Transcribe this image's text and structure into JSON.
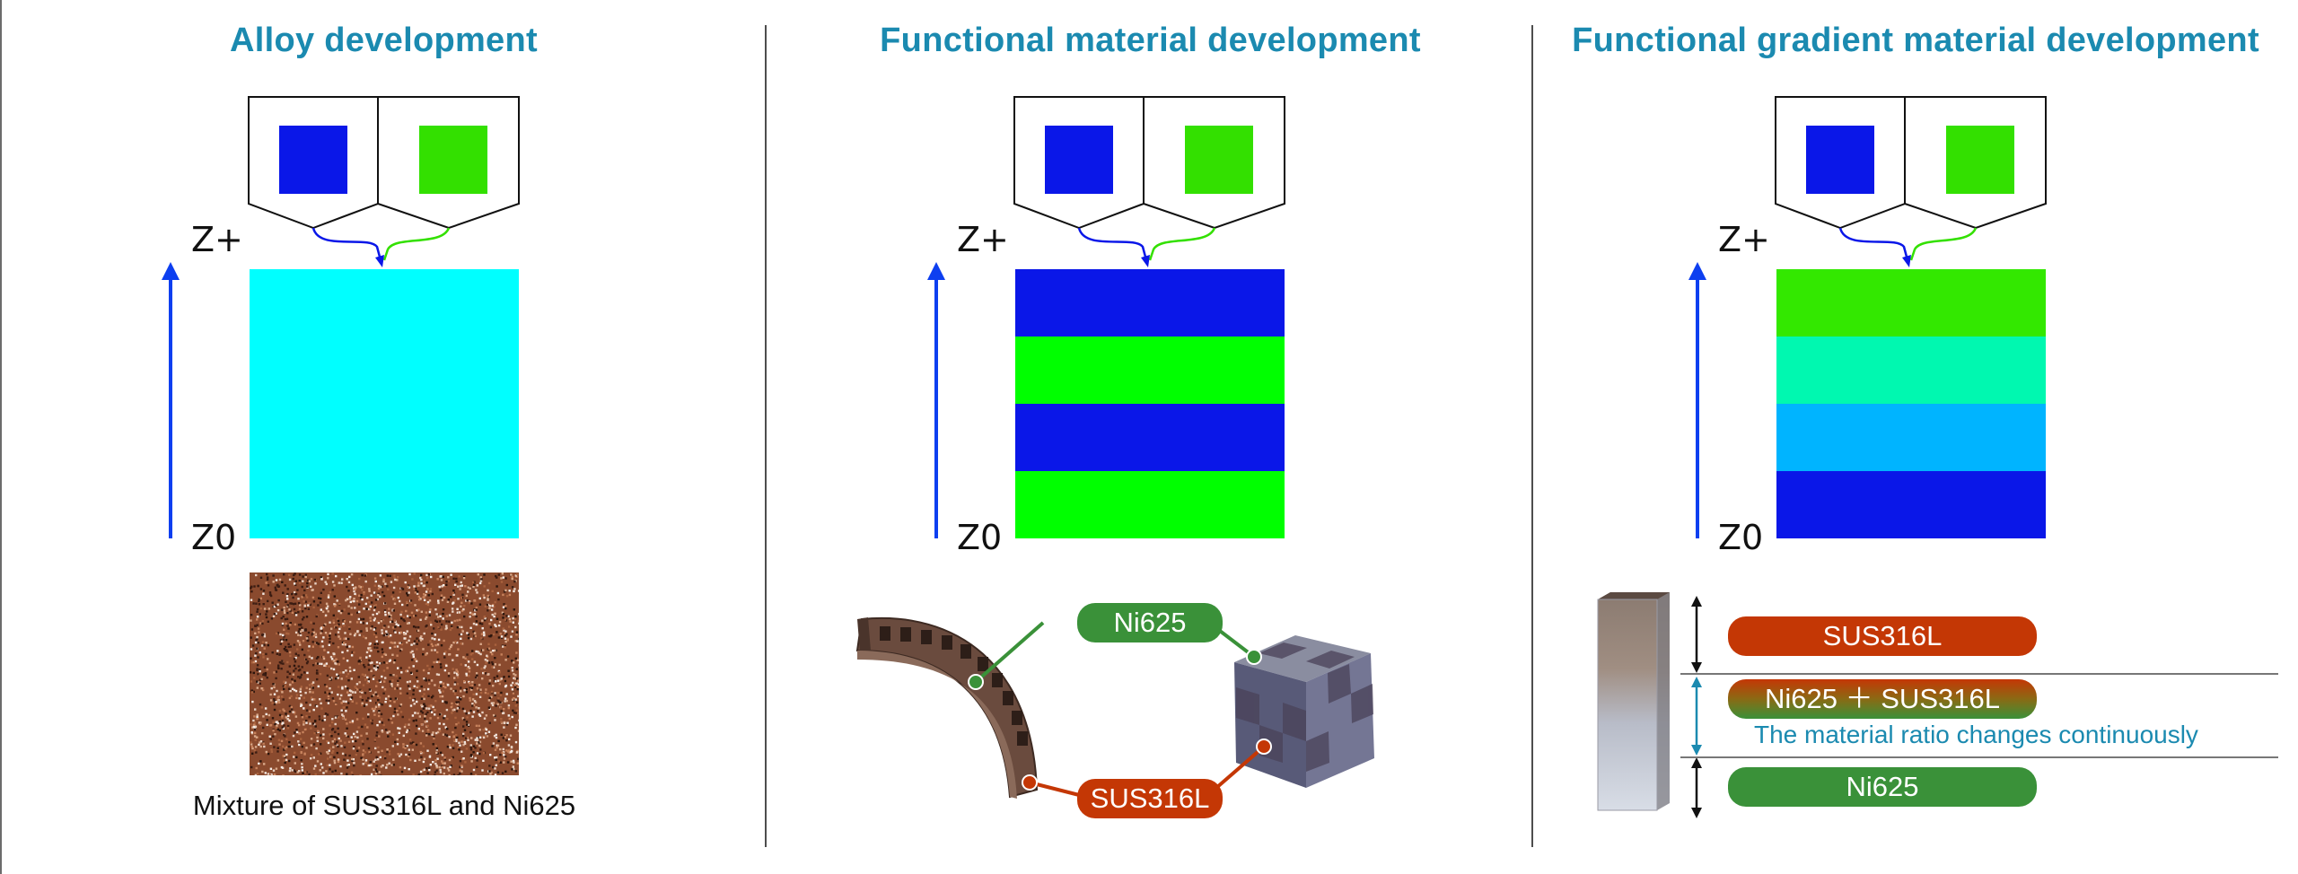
{
  "panels": [
    {
      "title": "Alloy development",
      "z_top": "Z+",
      "z_bottom": "Z0",
      "caption": "Mixture of SUS316L and Ni625"
    },
    {
      "title": "Functional material development",
      "z_top": "Z+",
      "z_bottom": "Z0",
      "callout_top": "Ni625",
      "callout_bottom": "SUS316L"
    },
    {
      "title": "Functional gradient material development",
      "z_top": "Z+",
      "z_bottom": "Z0",
      "labels": {
        "top": "SUS316L",
        "middle": "Ni625 ＋ SUS316L",
        "note": "The material ratio changes continuously",
        "bottom": "Ni625"
      }
    }
  ],
  "colors": {
    "title": "#1b8ab0",
    "material_a": "#0a17e8",
    "material_b": "#33e000",
    "alloy_mix": "#00ffff",
    "stripe_blue": "#0a17e8",
    "stripe_green": "#00ff00",
    "gradient": [
      "#33e800",
      "#00f8b0",
      "#00b4ff",
      "#0a17e8"
    ],
    "pill_red": "#c43705",
    "pill_green": "#3a9139",
    "axis_arrow": "#0d3ff0"
  },
  "icons": [
    "hopper-icon",
    "arrow-up-icon",
    "double-arrow-icon",
    "curved-arrow-icon"
  ]
}
